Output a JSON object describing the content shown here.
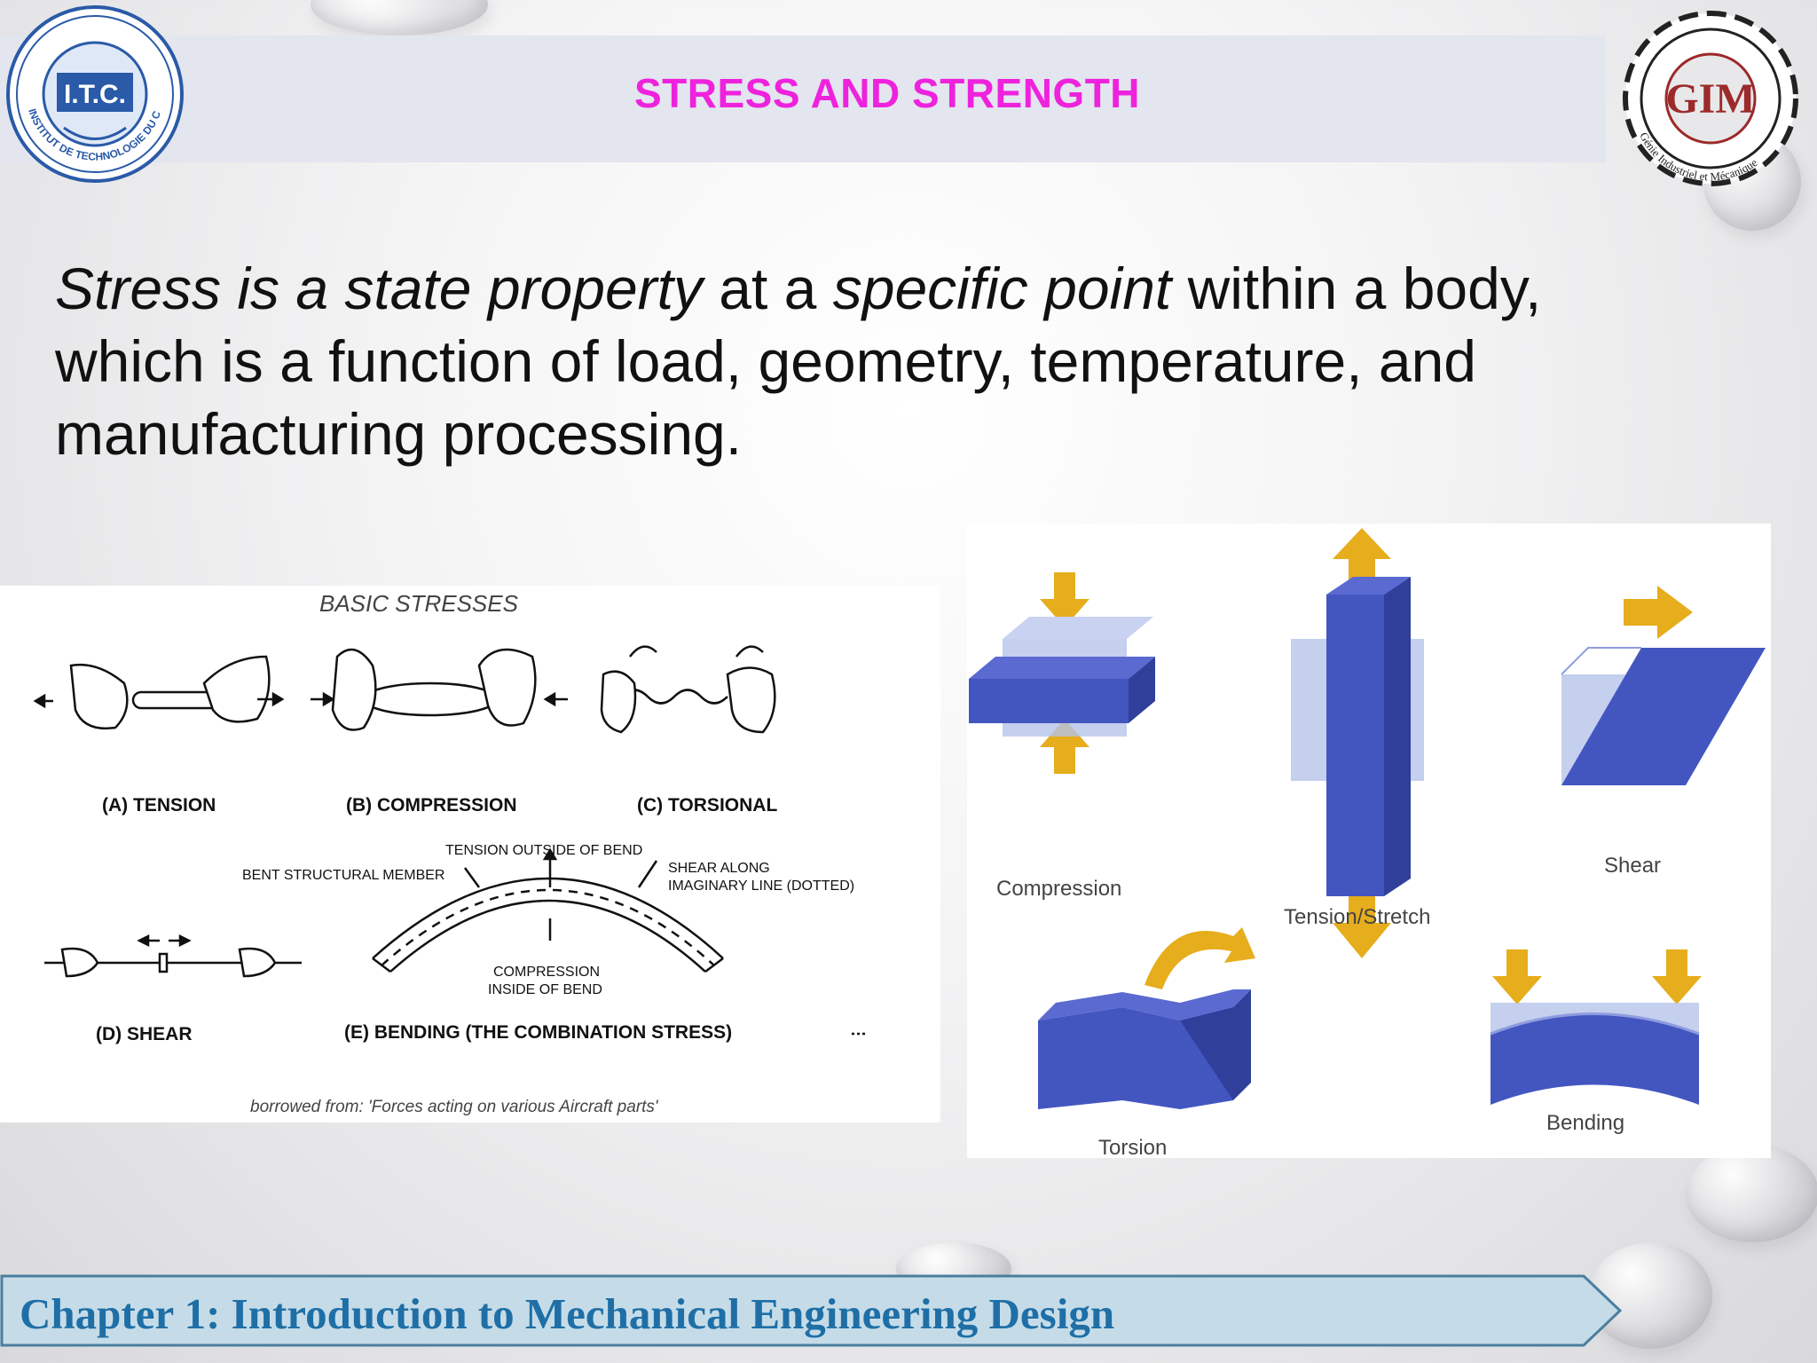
{
  "header": {
    "title": "STRESS AND STRENGTH",
    "left_logo_text": "I.T.C.",
    "left_logo_ring": "INSTITUT DE TECHNOLOGIE DU CAMBODGE",
    "right_logo_text": "GIM",
    "right_logo_ring": "Génie Industriel et Mécanique"
  },
  "body": {
    "seg1": "Stress is a state property",
    "seg2": " at a ",
    "seg3": "specific point",
    "seg4": " within a body, which is a function of load, geometry, temperature, and manufacturing processing."
  },
  "left_figure": {
    "title": "BASIC  STRESSES",
    "cap_a": "(A) TENSION",
    "cap_b": "(B) COMPRESSION",
    "cap_c": "(C) TORSIONAL",
    "cap_d": "(D) SHEAR",
    "cap_e": "(E) BENDING (THE COMBINATION STRESS)",
    "note_tension": "TENSION OUTSIDE OF BEND",
    "note_member": "BENT STRUCTURAL MEMBER",
    "note_shear_1": "SHEAR ALONG",
    "note_shear_2": "IMAGINARY LINE (DOTTED)",
    "note_comp_1": "COMPRESSION",
    "note_comp_2": "INSIDE OF BEND",
    "credit": "borrowed from: 'Forces acting on various Aircraft parts'"
  },
  "right_figure": {
    "compression": "Compression",
    "tension": "Tension/Stretch",
    "shear": "Shear",
    "torsion": "Torsion",
    "bending": "Bending"
  },
  "footer": {
    "chapter": "Chapter 1: Introduction to Mechanical Engineering Design"
  },
  "colors": {
    "title": "#ee22dd",
    "footer_text": "#1f6fa6",
    "footer_band": "#c5dce8",
    "block_blue": "#4356c0",
    "arrow_gold": "#e6ad1c"
  }
}
